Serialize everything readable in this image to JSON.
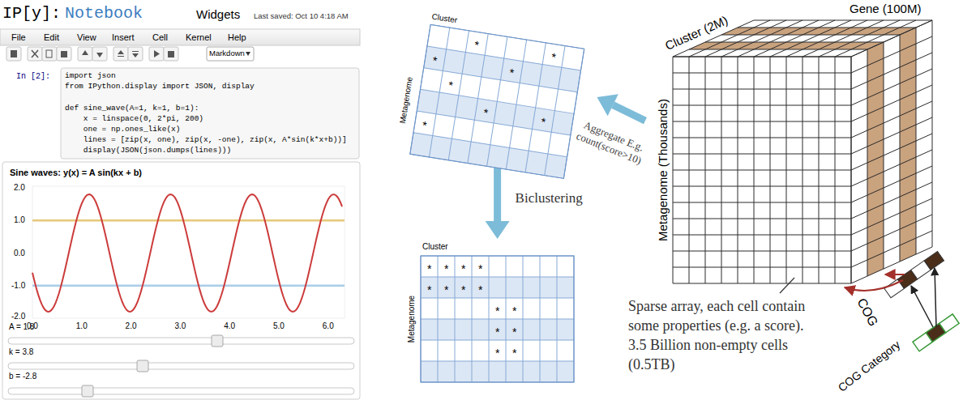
{
  "diagram": {
    "nodes": [
      {
        "text": [
          "Cluster",
          "Metagenome"
        ]
      },
      {
        "text": [
          "Cluster",
          "Metagenome"
        ]
      },
      {
        "text": [
          "Cluster (2M)",
          "Gene (100M)",
          "Metagenome (Thousands)"
        ]
      }
    ],
    "edges": [
      {
        "from": 2,
        "to": 0,
        "arrow": "to",
        "label": "Aggregate E.g. count(score>10)"
      },
      {
        "from": 0,
        "to": 1,
        "arrow": "to",
        "label": "Biclustering"
      }
    ],
    "labels": [
      "IP[y]:",
      "Notebook",
      "Widgets",
      "Last saved: Oct 10 4:18 AM",
      "File",
      "Edit",
      "View",
      "Insert",
      "Cell",
      "Kernel",
      "Help",
      "Markdown",
      "In [2]:",
      "import json",
      "from IPython.display import JSON, display",
      "def sine_wave(A=1, k=1, b=1):",
      "    x = linspace(0, 2*pi, 200)",
      "    one = np.ones_like(x)",
      "    lines = [zip(x, one), zip(x, -one), zip(x, A*sin(k*x+b))]",
      "    display(JSON(json.dumps(lines)))",
      "Sine waves: y(x) = A sin(kx + b)",
      "2.0",
      "1.0",
      "0.0",
      "-1.0",
      "-2.0",
      "0.0",
      "1.0",
      "2.0",
      "3.0",
      "4.0",
      "5.0",
      "6.0",
      "A = 1.8",
      "k = 3.8",
      "b = -2.8",
      "Sparse array, each cell contain some properties (e.g. a score). 3.5 Billion non-empty cells (0.5TB)",
      "COG",
      "COG Category",
      "*",
      "*",
      "*",
      "*",
      "*",
      "*",
      "*",
      "*",
      "*",
      "*",
      "*",
      "*",
      "*",
      "*",
      "*",
      "*",
      "*",
      "*",
      "*",
      "*",
      "*",
      "*"
    ]
  }
}
